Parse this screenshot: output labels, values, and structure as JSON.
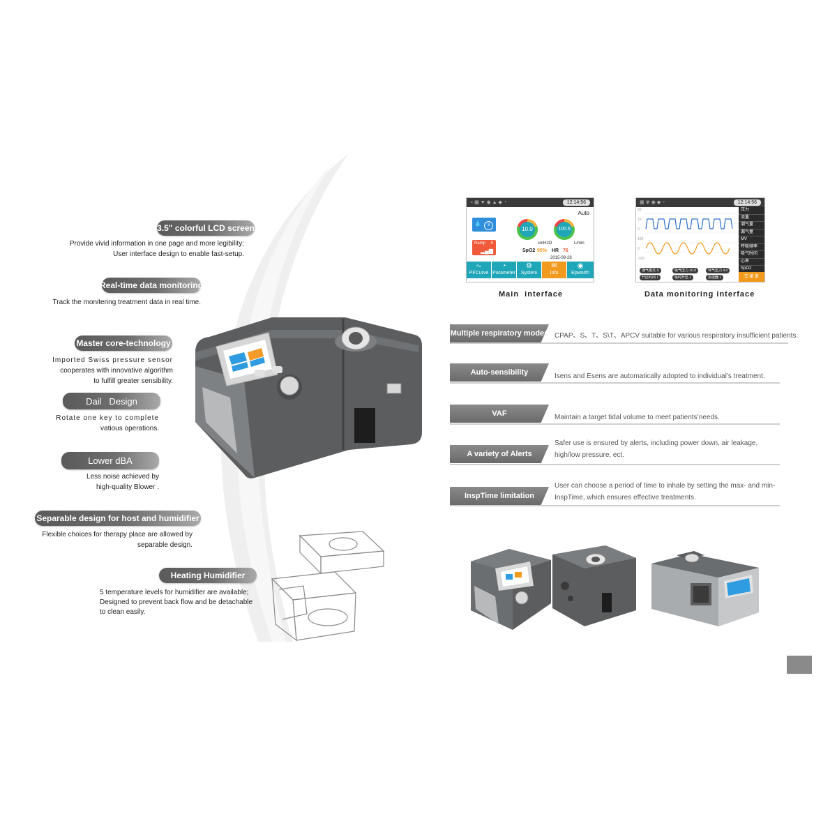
{
  "left_features": [
    {
      "title": "3.5\" colorful LCD screen",
      "lines": [
        "Provide vivid information in one page and more legibility;",
        "User interface design to enable fast-setup."
      ]
    },
    {
      "title": "Real-time data monitoring",
      "lines": [
        "Track the monitering treatment data in real time."
      ]
    },
    {
      "title": "Master core-technology",
      "lines": [
        "Imported Swiss pressure sensor",
        "cooperates with innovative algorithm",
        "to fulfill greater sensibility."
      ]
    },
    {
      "title": "Dail   Design",
      "lines": [
        "Rotate one key to complete",
        "vatious operations."
      ]
    },
    {
      "title": "Lower dBA",
      "lines": [
        "Less noise achieved by",
        "high-quality Blower ."
      ]
    },
    {
      "title": "Separable design for host and humidifier",
      "lines": [
        "Flexible choices for therapy place are allowed by",
        "separable design."
      ]
    },
    {
      "title": "Heating Humidifier",
      "lines": [
        "5 temperature levels for humidifier are available;",
        "Designed to prevent back flow and be detachable",
        "to clean easily."
      ]
    }
  ],
  "main_screen": {
    "caption": "Main  interface",
    "clock": "12:14:56",
    "mode": "Auto",
    "gauge_pressure": "10.0",
    "gauge_flow": "100.5",
    "unit_pressure": "cmH2O",
    "unit_flow": "L/min",
    "spo2_label": "SpO2",
    "spo2_value": "95%",
    "hr_label": "HR",
    "hr_value": "76",
    "date": "2015-09-28",
    "ramp_label": "Ramp",
    "ramp_value": "0",
    "humid_level": "3",
    "buttons": [
      "PFCurve",
      "Parameter",
      "System",
      "Info",
      "Epworth"
    ]
  },
  "monitor_screen": {
    "caption": "Data monitoring interface",
    "clock": "12:14:56",
    "menu": [
      "压力",
      "流量",
      "潮气量",
      "漏气量",
      "MV",
      "呼吸频率",
      "吸气时间",
      "心率",
      "SpO2"
    ],
    "tags": [
      "通气模式 S",
      "吸气压力 10.0",
      "呼气压力 4.0",
      "升压时间 1",
      "吸时升压 1",
      "加湿器 1"
    ],
    "axis_top": [
      "20",
      "10",
      "0"
    ],
    "axis_bottom": [
      "100",
      "0",
      "-100"
    ],
    "menu_button": "菜 单"
  },
  "right_features": [
    {
      "title": "Multiple respiratory modes",
      "text": [
        "CPAP、S、T、S\\T、APCV suitable for various respiratory insufficient patients."
      ]
    },
    {
      "title": "Auto-sensibility",
      "text": [
        "Isens and Esens are automatically adopted to individual’s treatment."
      ]
    },
    {
      "title": "VAF",
      "text": [
        "Maintain a target tidal volume to meet patients’needs."
      ]
    },
    {
      "title": "A variety of Alerts",
      "text": [
        "Safer use is ensured by alerts, including power down, air leakage,",
        "high/low pressure, ect."
      ]
    },
    {
      "title": "InspTime limitation",
      "text": [
        "User can choose a period of time to inhale by setting the max- and min-",
        "InspTime, which ensures effective treatments."
      ]
    }
  ],
  "colors": {
    "pill": "#6b6b6b",
    "device": "#5b5d5f",
    "teal": "#1fa6b8",
    "orange": "#f29a1e"
  }
}
